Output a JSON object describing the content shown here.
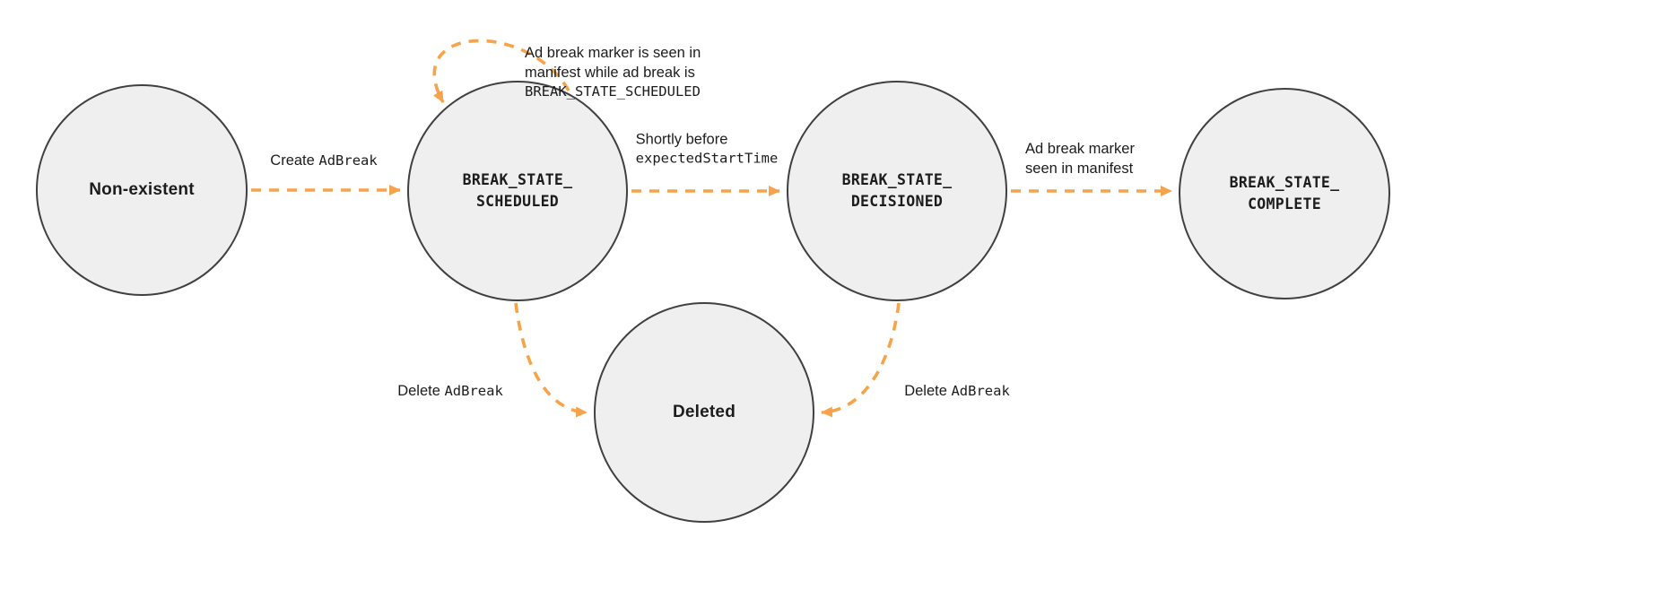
{
  "title": "Ad break state transition diagram",
  "colors": {
    "accent": "#F6A44B",
    "node_fill": "#EFEFEF",
    "node_border": "#404040",
    "text": "#1C1C1C"
  },
  "nodes": [
    {
      "id": "non-existent",
      "label": "Non-existent"
    },
    {
      "id": "break-state-scheduled",
      "label": "BREAK_STATE_\nSCHEDULED"
    },
    {
      "id": "break-state-decisioned",
      "label": "BREAK_STATE_\nDECISIONED"
    },
    {
      "id": "break-state-complete",
      "label": "BREAK_STATE_\nCOMPLETE"
    },
    {
      "id": "deleted",
      "label": "Deleted"
    }
  ],
  "edges": [
    {
      "id": "create",
      "from": "non-existent",
      "to": "break-state-scheduled",
      "label_text": "Create ",
      "label_code": "AdBreak"
    },
    {
      "id": "self-loop",
      "from": "break-state-scheduled",
      "to": "break-state-scheduled",
      "label_text": "Ad break marker is seen in\nmanifest while ad break is",
      "label_code": "BREAK_STATE_SCHEDULED"
    },
    {
      "id": "decision",
      "from": "break-state-scheduled",
      "to": "break-state-decisioned",
      "label_text": "Shortly before",
      "label_code": "expectedStartTime"
    },
    {
      "id": "complete",
      "from": "break-state-decisioned",
      "to": "break-state-complete",
      "label_text": "Ad break marker\nseen in manifest",
      "label_code": ""
    },
    {
      "id": "delete-from-scheduled",
      "from": "break-state-scheduled",
      "to": "deleted",
      "label_text": "Delete ",
      "label_code": "AdBreak"
    },
    {
      "id": "delete-from-decisioned",
      "from": "break-state-decisioned",
      "to": "deleted",
      "label_text": "Delete ",
      "label_code": "AdBreak"
    }
  ]
}
